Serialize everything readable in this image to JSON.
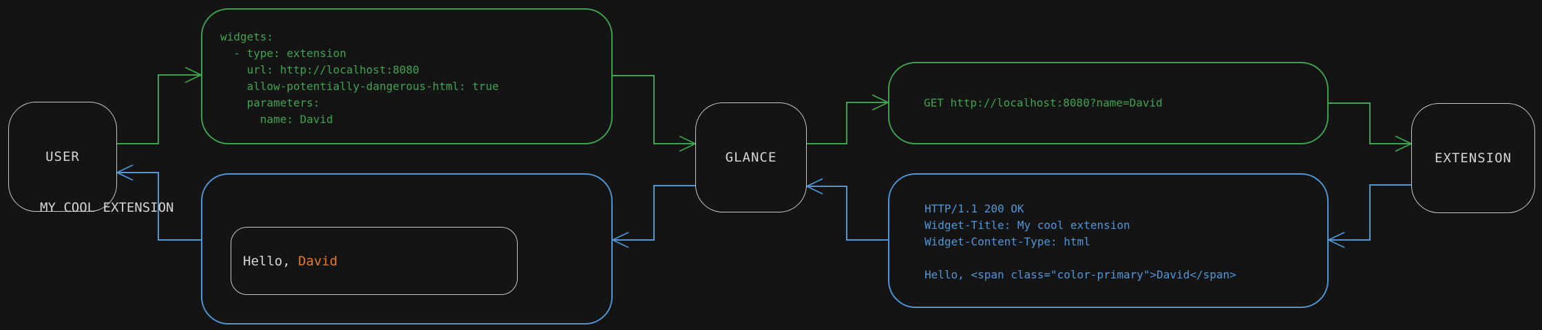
{
  "colors": {
    "background": "#141414",
    "request_accent": "#3fa34f",
    "response_accent": "#4e97d9",
    "highlight_orange": "#e07c2e",
    "node_border": "#c9c9c9",
    "text_light": "#d6d6d6"
  },
  "nodes": {
    "user": {
      "label": "USER"
    },
    "glance": {
      "label": "GLANCE"
    },
    "extension": {
      "label": "EXTENSION"
    }
  },
  "messages": {
    "config": {
      "lines": [
        "widgets:",
        "  - type: extension",
        "    url: http://localhost:8080",
        "    allow-potentially-dangerous-html: true",
        "    parameters:",
        "      name: David"
      ]
    },
    "request": {
      "line": "GET http://localhost:8080?name=David"
    },
    "response": {
      "lines": [
        "HTTP/1.1 200 OK",
        "Widget-Title: My cool extension",
        "Widget-Content-Type: html",
        "",
        "Hello, <span class=\"color-primary\">David</span>"
      ]
    },
    "preview": {
      "title": "MY COOL EXTENSION",
      "hello_prefix": "Hello, ",
      "hello_name": "David"
    }
  }
}
